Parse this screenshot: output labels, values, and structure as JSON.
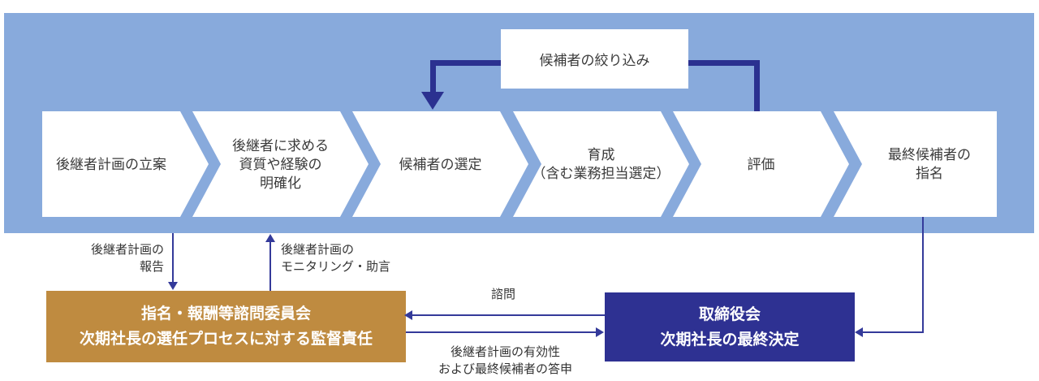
{
  "colors": {
    "band_blue": "#88aadc",
    "loop_navy": "#2b3190",
    "thin_arrow_indigo": "#343a9a",
    "committee_gold": "#bf8b40",
    "board_navy": "#2e3192",
    "step_text": "#3a3a3a",
    "box_text": "#ffffff"
  },
  "band": {
    "loop_box_label": "候補者の絞り込み",
    "steps": [
      {
        "lines": [
          "後継者計画の立案"
        ]
      },
      {
        "lines": [
          "後継者に求める",
          "資質や経験の",
          "明確化"
        ]
      },
      {
        "lines": [
          "候補者の選定"
        ]
      },
      {
        "lines": [
          "育成",
          "（含む業務担当選定）"
        ]
      },
      {
        "lines": [
          "評価"
        ]
      },
      {
        "lines": [
          "最終候補者の",
          "指名"
        ]
      }
    ]
  },
  "committee_flows": {
    "report": {
      "lines": [
        "後継者計画の",
        "報告"
      ]
    },
    "monitoring": {
      "lines": [
        "後継者計画の",
        "モニタリング・助言"
      ]
    }
  },
  "committee_box": {
    "line1": "指名・報酬等諮問委員会",
    "line2": "次期社長の選任プロセスに対する監督責任"
  },
  "board_box": {
    "line1": "取締役会",
    "line2": "次期社長の最終決定"
  },
  "board_flows": {
    "consult_label": "諮問",
    "answer_label": {
      "lines": [
        "後継者計画の有効性",
        "および最終候補者の答申"
      ]
    }
  }
}
